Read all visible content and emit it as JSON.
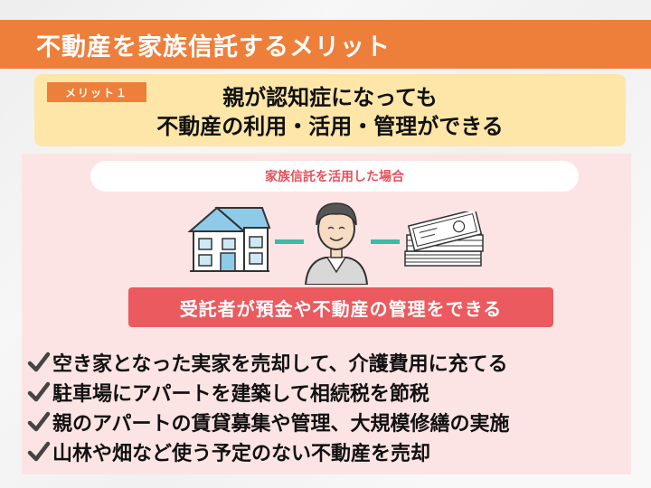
{
  "title": "不動産を家族信託するメリット",
  "merit": {
    "badge": "メリット１",
    "line1": "親が認知症になっても",
    "line2": "不動産の利用・活用・管理ができる"
  },
  "case_label": "家族信託を活用した場合",
  "icons": [
    "house-icon",
    "elderly-person-icon",
    "cash-bundle-icon",
    "checkmark-icon"
  ],
  "result": "受託者が預金や不動産の管理をできる",
  "bullets": [
    "空き家となった実家を売却して、介護費用に充てる",
    "駐車場にアパートを建築して相続税を節税",
    "親のアパートの賃貸募集や管理、大規模修繕の実施",
    "山林や畑など使う予定のない不動産を売却"
  ],
  "colors": {
    "title_bar": "#ee7f3a",
    "merit_box": "#fde6a8",
    "panel": "#fde4e4",
    "accent_red": "#ea5a5e",
    "connector": "#3fb8a6"
  }
}
